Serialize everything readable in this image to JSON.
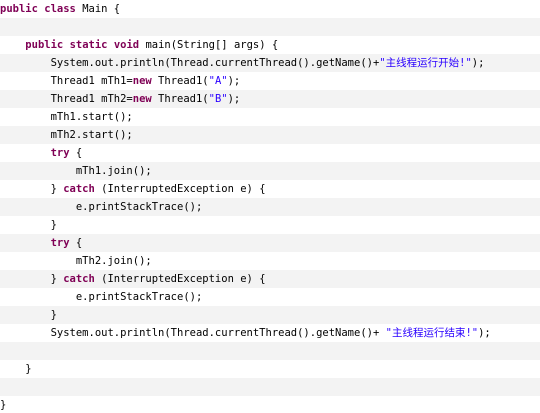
{
  "editor": {
    "language": "java",
    "colors": {
      "keyword": "#7f0055",
      "string": "#2a00ff",
      "text": "#000000",
      "shaded_row": "#f3f3f3",
      "background": "#ffffff"
    },
    "lines": [
      [
        {
          "t": "kw",
          "v": "public"
        },
        {
          "t": "plain",
          "v": " "
        },
        {
          "t": "kw",
          "v": "class"
        },
        {
          "t": "plain",
          "v": " Main {"
        }
      ],
      [],
      [
        {
          "t": "plain",
          "v": "    "
        },
        {
          "t": "kw",
          "v": "public"
        },
        {
          "t": "plain",
          "v": " "
        },
        {
          "t": "kw",
          "v": "static"
        },
        {
          "t": "plain",
          "v": " "
        },
        {
          "t": "kw",
          "v": "void"
        },
        {
          "t": "plain",
          "v": " main(String[] args) {"
        }
      ],
      [
        {
          "t": "plain",
          "v": "        System.out.println(Thread.currentThread().getName()+"
        },
        {
          "t": "str",
          "v": "\"主线程运行开始!\""
        },
        {
          "t": "plain",
          "v": ");"
        }
      ],
      [
        {
          "t": "plain",
          "v": "        Thread1 mTh1="
        },
        {
          "t": "kw",
          "v": "new"
        },
        {
          "t": "plain",
          "v": " Thread1("
        },
        {
          "t": "str",
          "v": "\"A\""
        },
        {
          "t": "plain",
          "v": ");"
        }
      ],
      [
        {
          "t": "plain",
          "v": "        Thread1 mTh2="
        },
        {
          "t": "kw",
          "v": "new"
        },
        {
          "t": "plain",
          "v": " Thread1("
        },
        {
          "t": "str",
          "v": "\"B\""
        },
        {
          "t": "plain",
          "v": ");"
        }
      ],
      [
        {
          "t": "plain",
          "v": "        mTh1.start();"
        }
      ],
      [
        {
          "t": "plain",
          "v": "        mTh2.start();"
        }
      ],
      [
        {
          "t": "plain",
          "v": "        "
        },
        {
          "t": "kw",
          "v": "try"
        },
        {
          "t": "plain",
          "v": " {"
        }
      ],
      [
        {
          "t": "plain",
          "v": "            mTh1.join();"
        }
      ],
      [
        {
          "t": "plain",
          "v": "        } "
        },
        {
          "t": "kw",
          "v": "catch"
        },
        {
          "t": "plain",
          "v": " (InterruptedException e) {"
        }
      ],
      [
        {
          "t": "plain",
          "v": "            e.printStackTrace();"
        }
      ],
      [
        {
          "t": "plain",
          "v": "        }"
        }
      ],
      [
        {
          "t": "plain",
          "v": "        "
        },
        {
          "t": "kw",
          "v": "try"
        },
        {
          "t": "plain",
          "v": " {"
        }
      ],
      [
        {
          "t": "plain",
          "v": "            mTh2.join();"
        }
      ],
      [
        {
          "t": "plain",
          "v": "        } "
        },
        {
          "t": "kw",
          "v": "catch"
        },
        {
          "t": "plain",
          "v": " (InterruptedException e) {"
        }
      ],
      [
        {
          "t": "plain",
          "v": "            e.printStackTrace();"
        }
      ],
      [
        {
          "t": "plain",
          "v": "        }"
        }
      ],
      [
        {
          "t": "plain",
          "v": "        System.out.println(Thread.currentThread().getName()+ "
        },
        {
          "t": "str",
          "v": "\"主线程运行结束!\""
        },
        {
          "t": "plain",
          "v": ");"
        }
      ],
      [],
      [
        {
          "t": "plain",
          "v": "    }"
        }
      ],
      [],
      [
        {
          "t": "plain",
          "v": "}"
        }
      ]
    ]
  }
}
